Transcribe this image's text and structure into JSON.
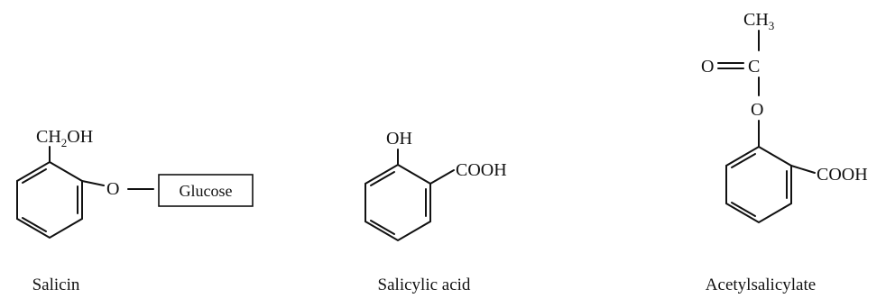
{
  "molecules": {
    "salicin": {
      "name": "Salicin",
      "substituent_top_main": "CH",
      "substituent_top_sub": "2",
      "substituent_top_tail": "OH",
      "linker_atom": "O",
      "glucose_label": "Glucose"
    },
    "salicylic_acid": {
      "name": "Salicylic acid",
      "hydroxyl": "OH",
      "carboxyl": "COOH"
    },
    "acetylsalicylate": {
      "name": "Acetylsalicylate",
      "methyl_main": "CH",
      "methyl_sub": "3",
      "carbonyl_oxygen": "O",
      "carbon": "C",
      "ester_oxygen": "O",
      "carboxyl": "COOH"
    }
  },
  "colors": {
    "ink": "#111111",
    "background": "#ffffff"
  }
}
